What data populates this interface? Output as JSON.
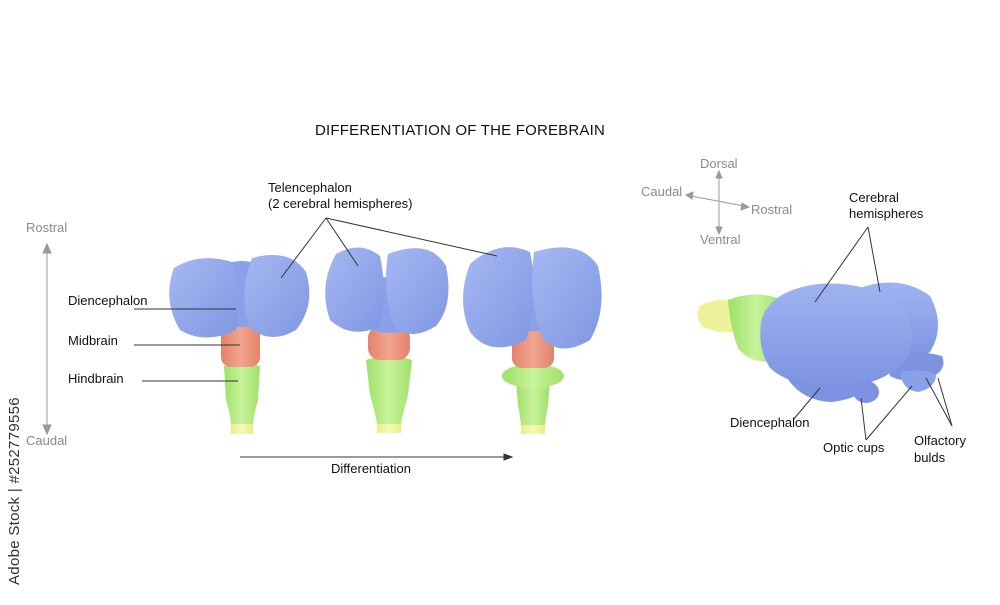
{
  "title": "DIFFERENTIATION OF THE FOREBRAIN",
  "labels": {
    "telencephalon_line1": "Telencephalon",
    "telencephalon_line2": "(2 cerebral hemispheres)",
    "diencephalon": "Diencephalon",
    "midbrain": "Midbrain",
    "hindbrain": "Hindbrain",
    "differentiation": "Differentiation",
    "cerebral_hemispheres_line1": "Cerebral",
    "cerebral_hemispheres_line2": "hemispheres",
    "diencephalon_side": "Diencephalon",
    "optic_cups": "Optic cups",
    "olfactory_line1": "Olfactory",
    "olfactory_line2": "bulds"
  },
  "axes": {
    "rostral": "Rostral",
    "caudal": "Caudal",
    "dorsal": "Dorsal",
    "ventral": "Ventral",
    "compass_caudal": "Caudal",
    "compass_rostral": "Rostral"
  },
  "watermark": "Adobe Stock | #252779556",
  "colors": {
    "forebrain": "#8fa6ea",
    "midbrain": "#e9927a",
    "hindbrain": "#b3ea7c",
    "spinal": "#eef29a",
    "line": "#333333",
    "axis": "#9a9a9a"
  }
}
